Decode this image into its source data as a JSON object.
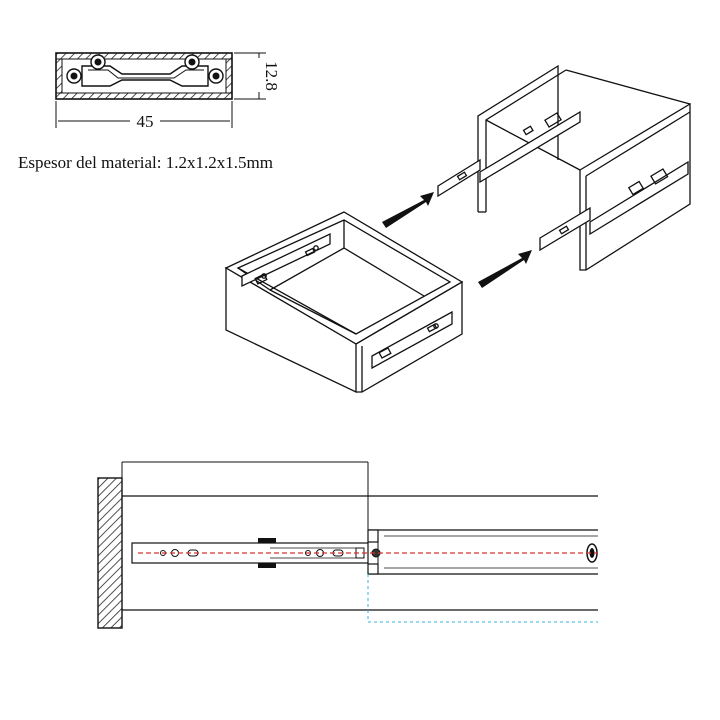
{
  "profile": {
    "width_label": "45",
    "height_label": "12.8"
  },
  "caption": "Espesor del material: 1.2x1.2x1.5mm"
}
